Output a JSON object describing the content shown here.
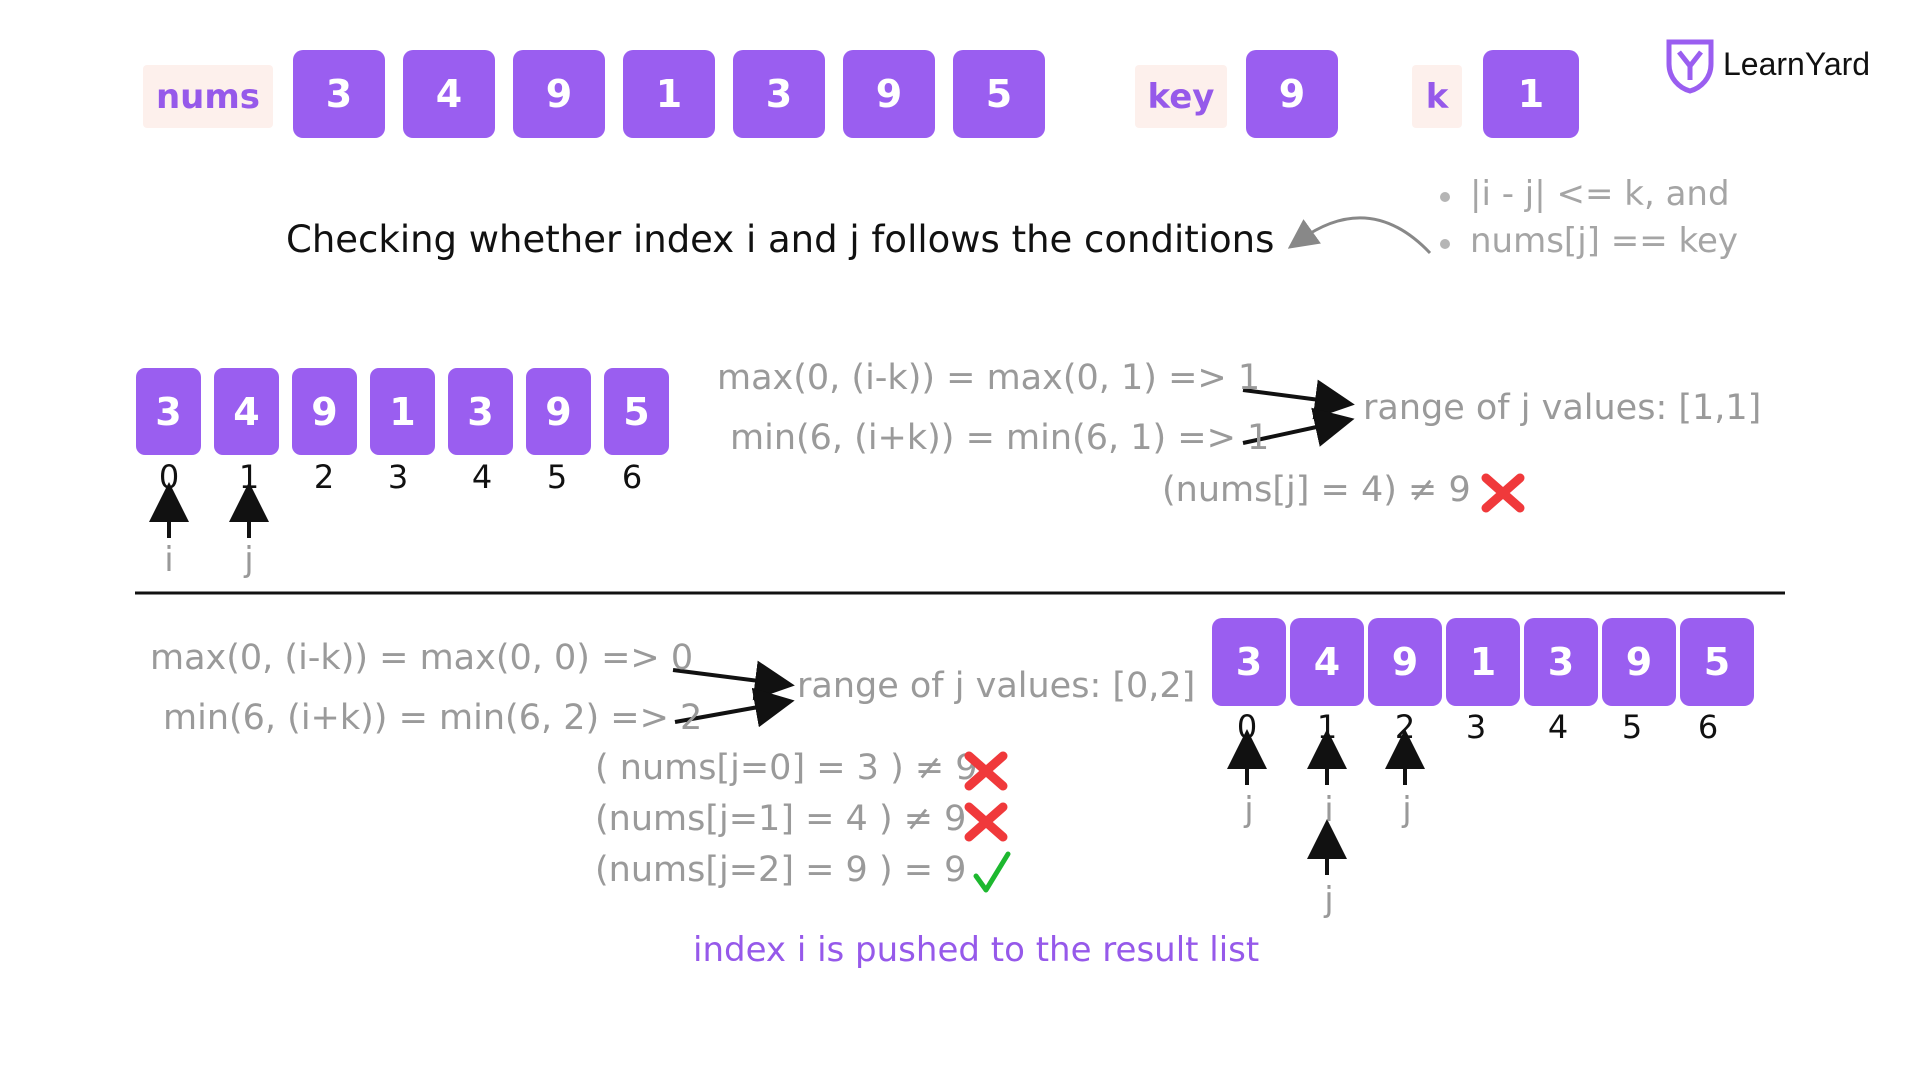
{
  "header": {
    "nums_label": "nums",
    "nums": [
      "3",
      "4",
      "9",
      "1",
      "3",
      "9",
      "5"
    ],
    "key_label": "key",
    "key_value": "9",
    "k_label": "k",
    "k_value": "1"
  },
  "logo": {
    "text": "LearnYard"
  },
  "conditions": {
    "heading": "Checking whether index i and j follows the conditions",
    "items": [
      "|i - j| <= k, and",
      "nums[j] == key"
    ]
  },
  "step1": {
    "array": [
      "3",
      "4",
      "9",
      "1",
      "3",
      "9",
      "5"
    ],
    "indices": [
      "0",
      "1",
      "2",
      "3",
      "4",
      "5",
      "6"
    ],
    "pointers": [
      "i",
      "j"
    ],
    "max_expr": "max(0, (i-k)) = max(0, 1) => 1",
    "min_expr": "min(6, (i+k)) = min(6, 1) => 1",
    "range_label": "range of j values:  [1,1]",
    "check": "(nums[j] = 4) ≠ 9"
  },
  "step2": {
    "array": [
      "3",
      "4",
      "9",
      "1",
      "3",
      "9",
      "5"
    ],
    "indices": [
      "0",
      "1",
      "2",
      "3",
      "4",
      "5",
      "6"
    ],
    "pointers": [
      "j",
      "i",
      "j",
      "j"
    ],
    "max_expr": "max(0, (i-k)) = max(0, 0) => 0",
    "min_expr": "min(6, (i+k)) = min(6, 2) => 2",
    "range_label": "range of j values:  [0,2]",
    "checks": [
      "( nums[j=0] = 3 ) ≠ 9",
      "(nums[j=1] = 4 ) ≠ 9",
      "(nums[j=2] = 9 ) = 9"
    ],
    "result": "index i is pushed to the result list"
  },
  "colors": {
    "box": "#9a5ef0",
    "tag_bg": "#fdf0ec",
    "accent_text": "#9659ea",
    "cross": "#f0393b",
    "check": "#1db82f"
  },
  "icons": {
    "cross": "cross-icon",
    "check": "check-icon"
  }
}
